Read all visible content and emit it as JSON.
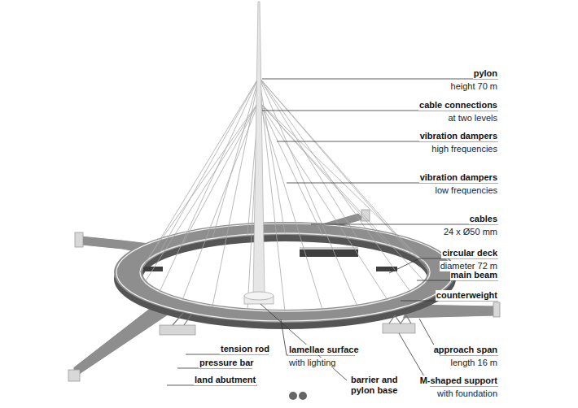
{
  "diagram": {
    "labels": [
      "pylon",
      "height 70 m",
      "cable connections",
      "at two levels",
      "vibration dampers",
      "high frequencies",
      "vibration dampers",
      "low frequencies",
      "cables",
      "24 x Ø50 mm",
      "circular deck",
      "diameter 72 m",
      "main beam",
      "counterweight",
      "tension rod",
      "pressure bar",
      "lamellae surface",
      "with lighting",
      "approach span",
      "length 16 m",
      "land abutment",
      "barrier and pylon base",
      "M-shaped support",
      "with foundation"
    ]
  }
}
